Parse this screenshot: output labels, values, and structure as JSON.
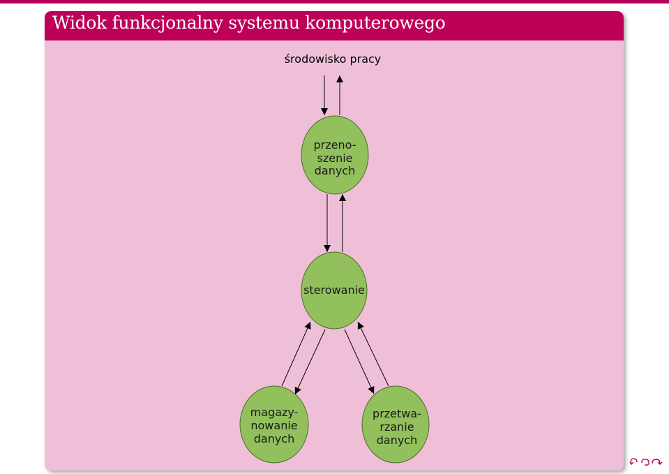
{
  "title": "Widok funkcjonalny systemu komputerowego",
  "environment_label": "środowisko pracy",
  "nodes": {
    "transfer": [
      "przeno-",
      "szenie",
      "danych"
    ],
    "control": [
      "sterowanie"
    ],
    "storage": [
      "magazy-",
      "nowanie",
      "danych"
    ],
    "processing": [
      "przetwa-",
      "rzanie",
      "danych"
    ]
  },
  "colors": {
    "title_bar": "#bf0059",
    "block_background": "#efbfd8",
    "node_fill": "#92c05c",
    "node_stroke": "#4d6b2c"
  },
  "icons": {
    "navigation": "beamer-navigation-icons"
  }
}
